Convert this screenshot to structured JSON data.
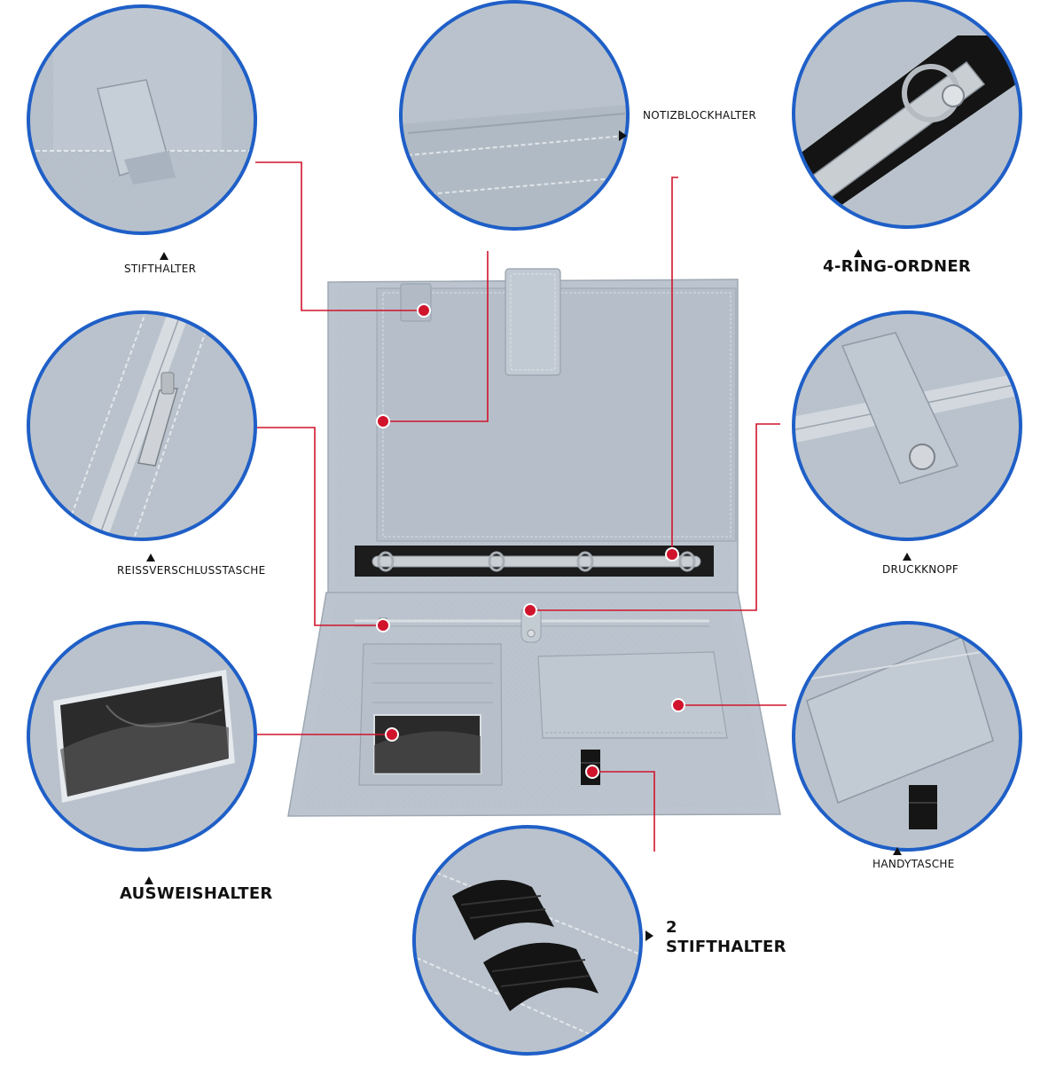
{
  "labels": {
    "stifthalter": "STIFTHALTER",
    "notizblockhalter": "NOTIZBLOCKHALTER",
    "ring_ordner": "4-RING-ORDNER",
    "reissverschlusstasche": "REISSVERSCHLUSSTASCHE",
    "druckknopf": "DRUCKKNOPF",
    "handytasche": "HANDYTASCHE",
    "ausweishalter": "AUSWEISHALTER",
    "zwei": "2",
    "stifthalter_2": "STIFTHALTER"
  },
  "colors": {
    "leather": "#b9c2cc",
    "leather_dark": "#a8b1bb",
    "circle_border": "#1f5fc7",
    "callout": "#d0142c",
    "ring_metal": "#c9ced3",
    "black": "#141414"
  }
}
